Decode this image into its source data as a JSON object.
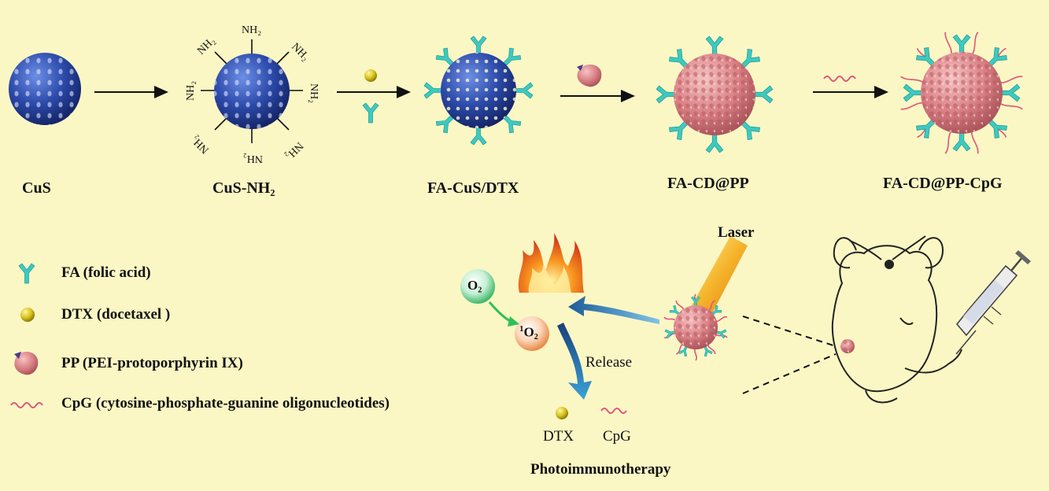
{
  "stages": [
    {
      "label": "CuS"
    },
    {
      "label": "CuS-NH₂"
    },
    {
      "label": "FA-CuS/DTX"
    },
    {
      "label": "FA-CD@PP"
    },
    {
      "label": "FA-CD@PP-CpG"
    }
  ],
  "amine_group": "NH₂",
  "legend": [
    {
      "icon": "fa-icon",
      "text": "FA (folic acid)"
    },
    {
      "icon": "dtx-icon",
      "text": "DTX (docetaxel )"
    },
    {
      "icon": "pp-icon",
      "text": "PP (PEI-protoporphyrin IX)"
    },
    {
      "icon": "cpg-icon",
      "text": "CpG (cytosine-phosphate-guanine oligonucleotides)"
    }
  ],
  "mechanism": {
    "laser": "Laser",
    "oxygen": "O₂",
    "singlet_oxygen_sup": "1",
    "singlet_oxygen": "O₂",
    "release": "Release",
    "dtx": "DTX",
    "cpg": "CpG",
    "therapy": "Photoimmunotherapy"
  },
  "colors": {
    "background": "#fbf7c4",
    "cus_blue": "#2f4fb0",
    "folic_acid": "#3fc9c0",
    "pp_pink": "#e2959a",
    "cpg_pink": "#e0557c",
    "flow_arrow": "#3a7fb8"
  }
}
